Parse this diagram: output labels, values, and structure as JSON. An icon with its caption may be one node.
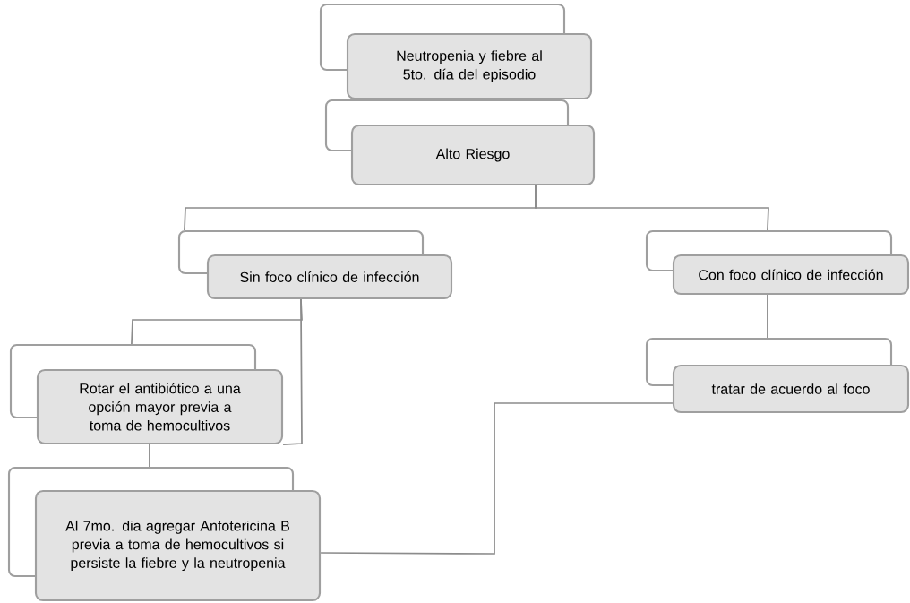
{
  "diagram": {
    "nodes": [
      {
        "text": [
          "Neutropenia y fiebre al 5to. día del episodio"
        ]
      },
      {
        "text": [
          "Alto Riesgo"
        ]
      },
      {
        "text": [
          "Sin foco clínico de infección"
        ]
      },
      {
        "text": [
          "Con foco clínico de infección"
        ]
      },
      {
        "text": [
          "Rotar el antibiótico a una opción mayor previa a toma de hemocultivos"
        ]
      },
      {
        "text": [
          "tratar de acuerdo al foco"
        ]
      },
      {
        "text": [
          "Al 7mo. dia agregar Anfotericina B previa a toma de hemocultivos si persiste la fiebre y la neutropenia"
        ]
      }
    ],
    "edges": [
      {
        "from": 1,
        "to": 2,
        "arrow": "none"
      },
      {
        "from": 1,
        "to": 3,
        "arrow": "none"
      },
      {
        "from": 2,
        "to": 4,
        "arrow": "none"
      },
      {
        "from": 2,
        "to": 4,
        "arrow": "none"
      },
      {
        "from": 4,
        "to": 6,
        "arrow": "none"
      },
      {
        "from": 3,
        "to": 5,
        "arrow": "none"
      },
      {
        "from": 6,
        "to": 5,
        "arrow": "none"
      }
    ]
  }
}
